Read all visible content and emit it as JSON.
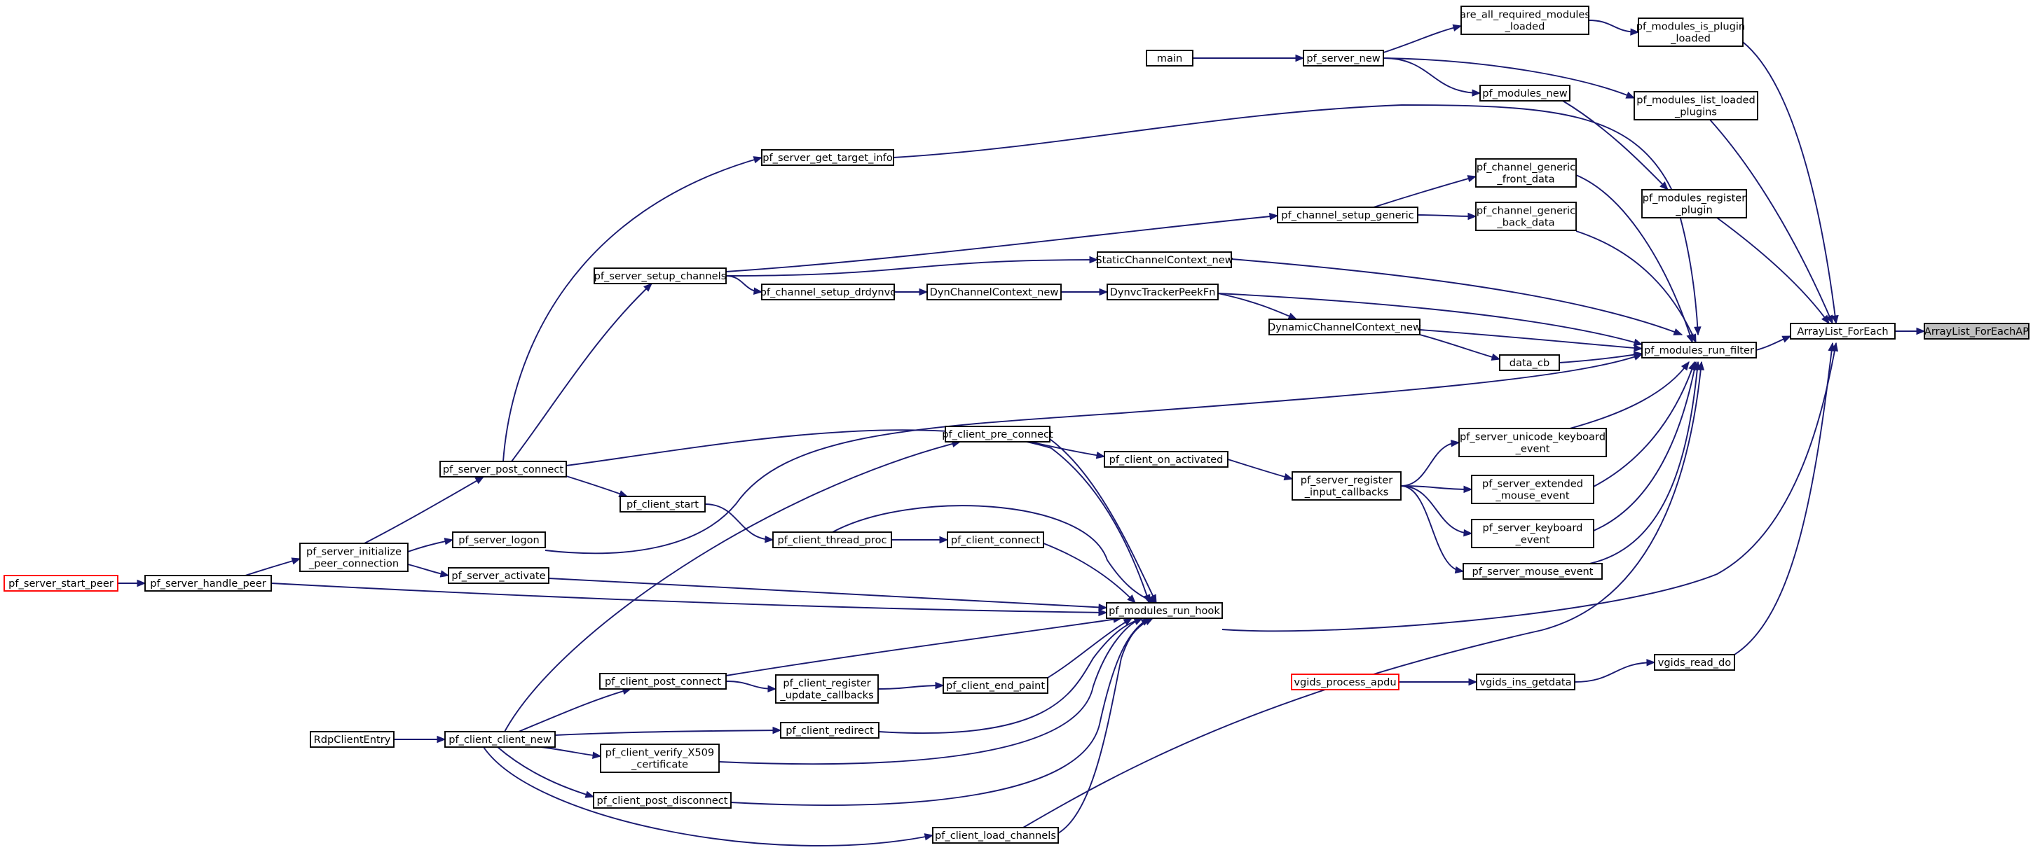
{
  "graph": {
    "title": "",
    "colors": {
      "edge": "#191970",
      "root_fill": "#bfbfbf",
      "missing_border": "#ff0000",
      "node_border": "#000000"
    },
    "nodes": [
      {
        "id": "n1",
        "lines": [
          "ArrayList_ForEachAP"
        ]
      },
      {
        "id": "n2",
        "lines": [
          "ArrayList_ForEach"
        ]
      },
      {
        "id": "n3",
        "lines": [
          "pf_modules_is_plugin",
          "_loaded"
        ]
      },
      {
        "id": "n4",
        "lines": [
          "pf_modules_list_loaded",
          "_plugins"
        ]
      },
      {
        "id": "n5",
        "lines": [
          "pf_modules_register",
          "_plugin"
        ]
      },
      {
        "id": "n6",
        "lines": [
          "pf_modules_run_filter"
        ]
      },
      {
        "id": "n7",
        "lines": [
          "vgids_read_do"
        ]
      },
      {
        "id": "n8",
        "lines": [
          "are_all_required_modules",
          "_loaded"
        ]
      },
      {
        "id": "n9",
        "lines": [
          "pf_server_new"
        ]
      },
      {
        "id": "n10",
        "lines": [
          "main"
        ]
      },
      {
        "id": "n11",
        "lines": [
          "pf_modules_new"
        ]
      },
      {
        "id": "n12",
        "lines": [
          "pf_channel_generic",
          "_front_data"
        ]
      },
      {
        "id": "n13",
        "lines": [
          "pf_channel_generic",
          "_back_data"
        ]
      },
      {
        "id": "n14",
        "lines": [
          "pf_channel_setup_generic"
        ]
      },
      {
        "id": "n15",
        "lines": [
          "pf_server_get_target_info"
        ]
      },
      {
        "id": "n16",
        "lines": [
          "pf_server_setup_channels"
        ]
      },
      {
        "id": "n17",
        "lines": [
          "StaticChannelContext_new"
        ]
      },
      {
        "id": "n18",
        "lines": [
          "pf_channel_setup_drdynvc"
        ]
      },
      {
        "id": "n19",
        "lines": [
          "DynChannelContext_new"
        ]
      },
      {
        "id": "n20",
        "lines": [
          "DynvcTrackerPeekFn"
        ]
      },
      {
        "id": "n21",
        "lines": [
          "DynamicChannelContext_new"
        ]
      },
      {
        "id": "n22",
        "lines": [
          "data_cb"
        ]
      },
      {
        "id": "n23",
        "lines": [
          "pf_server_post_connect"
        ]
      },
      {
        "id": "n24",
        "lines": [
          "pf_client_pre_connect"
        ]
      },
      {
        "id": "n25",
        "lines": [
          "pf_client_on_activated"
        ]
      },
      {
        "id": "n26",
        "lines": [
          "pf_server_register",
          "_input_callbacks"
        ]
      },
      {
        "id": "n27",
        "lines": [
          "pf_server_unicode_keyboard",
          "_event"
        ]
      },
      {
        "id": "n28",
        "lines": [
          "pf_server_extended",
          "_mouse_event"
        ]
      },
      {
        "id": "n29",
        "lines": [
          "pf_server_keyboard",
          "_event"
        ]
      },
      {
        "id": "n30",
        "lines": [
          "pf_server_mouse_event"
        ]
      },
      {
        "id": "n31",
        "lines": [
          "pf_client_start"
        ]
      },
      {
        "id": "n32",
        "lines": [
          "pf_client_thread_proc"
        ]
      },
      {
        "id": "n33",
        "lines": [
          "pf_client_connect"
        ]
      },
      {
        "id": "n34",
        "lines": [
          "pf_server_logon"
        ]
      },
      {
        "id": "n35",
        "lines": [
          "pf_server_initialize",
          "_peer_connection"
        ]
      },
      {
        "id": "n36",
        "lines": [
          "pf_server_activate"
        ]
      },
      {
        "id": "n37",
        "lines": [
          "pf_server_start_peer"
        ]
      },
      {
        "id": "n38",
        "lines": [
          "pf_server_handle_peer"
        ]
      },
      {
        "id": "n39",
        "lines": [
          "pf_modules_run_hook"
        ]
      },
      {
        "id": "n40",
        "lines": [
          "vgids_process_apdu"
        ]
      },
      {
        "id": "n41",
        "lines": [
          "vgids_ins_getdata"
        ]
      },
      {
        "id": "n42",
        "lines": [
          "pf_client_post_connect"
        ]
      },
      {
        "id": "n43",
        "lines": [
          "pf_client_register",
          "_update_callbacks"
        ]
      },
      {
        "id": "n44",
        "lines": [
          "pf_client_end_paint"
        ]
      },
      {
        "id": "n45",
        "lines": [
          "RdpClientEntry"
        ]
      },
      {
        "id": "n46",
        "lines": [
          "pf_client_client_new"
        ]
      },
      {
        "id": "n47",
        "lines": [
          "pf_client_redirect"
        ]
      },
      {
        "id": "n48",
        "lines": [
          "pf_client_verify_X509",
          "_certificate"
        ]
      },
      {
        "id": "n49",
        "lines": [
          "pf_client_post_disconnect"
        ]
      },
      {
        "id": "n50",
        "lines": [
          "pf_client_load_channels"
        ]
      }
    ],
    "edges": [
      [
        "n2",
        "n1"
      ],
      [
        "n3",
        "n2"
      ],
      [
        "n4",
        "n2"
      ],
      [
        "n5",
        "n2"
      ],
      [
        "n6",
        "n2"
      ],
      [
        "n7",
        "n2"
      ],
      [
        "n39",
        "n2"
      ],
      [
        "n8",
        "n3"
      ],
      [
        "n9",
        "n8"
      ],
      [
        "n10",
        "n9"
      ],
      [
        "n9",
        "n4"
      ],
      [
        "n9",
        "n11"
      ],
      [
        "n11",
        "n5"
      ],
      [
        "n12",
        "n6"
      ],
      [
        "n13",
        "n6"
      ],
      [
        "n14",
        "n12"
      ],
      [
        "n14",
        "n13"
      ],
      [
        "n16",
        "n14"
      ],
      [
        "n15",
        "n6"
      ],
      [
        "n23",
        "n15"
      ],
      [
        "n17",
        "n6"
      ],
      [
        "n16",
        "n17"
      ],
      [
        "n16",
        "n18"
      ],
      [
        "n18",
        "n19"
      ],
      [
        "n19",
        "n20"
      ],
      [
        "n20",
        "n6"
      ],
      [
        "n20",
        "n21"
      ],
      [
        "n21",
        "n6"
      ],
      [
        "n21",
        "n22"
      ],
      [
        "n22",
        "n6"
      ],
      [
        "n34",
        "n6"
      ],
      [
        "n27",
        "n6"
      ],
      [
        "n28",
        "n6"
      ],
      [
        "n29",
        "n6"
      ],
      [
        "n30",
        "n6"
      ],
      [
        "n50",
        "n6"
      ],
      [
        "n26",
        "n27"
      ],
      [
        "n26",
        "n28"
      ],
      [
        "n26",
        "n29"
      ],
      [
        "n26",
        "n30"
      ],
      [
        "n25",
        "n26"
      ],
      [
        "n24",
        "n25"
      ],
      [
        "n46",
        "n24"
      ],
      [
        "n24",
        "n39"
      ],
      [
        "n23",
        "n16"
      ],
      [
        "n35",
        "n23"
      ],
      [
        "n23",
        "n31"
      ],
      [
        "n23",
        "n39"
      ],
      [
        "n31",
        "n32"
      ],
      [
        "n32",
        "n33"
      ],
      [
        "n32",
        "n39"
      ],
      [
        "n33",
        "n39"
      ],
      [
        "n35",
        "n34"
      ],
      [
        "n35",
        "n36"
      ],
      [
        "n38",
        "n35"
      ],
      [
        "n37",
        "n38"
      ],
      [
        "n36",
        "n39"
      ],
      [
        "n38",
        "n39"
      ],
      [
        "n41",
        "n7"
      ],
      [
        "n40",
        "n41"
      ],
      [
        "n42",
        "n39"
      ],
      [
        "n42",
        "n43"
      ],
      [
        "n43",
        "n44"
      ],
      [
        "n44",
        "n39"
      ],
      [
        "n46",
        "n42"
      ],
      [
        "n45",
        "n46"
      ],
      [
        "n46",
        "n47"
      ],
      [
        "n47",
        "n39"
      ],
      [
        "n46",
        "n48"
      ],
      [
        "n48",
        "n39"
      ],
      [
        "n46",
        "n49"
      ],
      [
        "n49",
        "n39"
      ],
      [
        "n46",
        "n50"
      ],
      [
        "n50",
        "n39"
      ]
    ]
  }
}
